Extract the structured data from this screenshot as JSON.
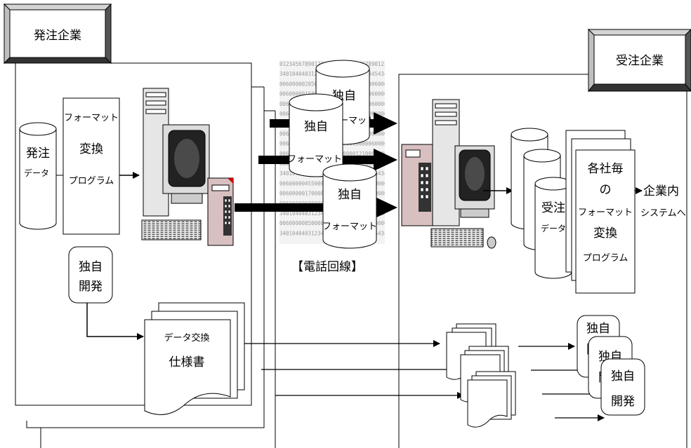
{
  "orderer": {
    "title": "発注企業",
    "order_data": [
      "発注",
      "データ"
    ],
    "converter": [
      "フォーマット",
      "変換",
      "プログラム"
    ],
    "own_dev": [
      "独自",
      "開発"
    ],
    "spec_doc": [
      "データ交換",
      "仕様書"
    ]
  },
  "network": {
    "cylinders": [
      {
        "top": "独自",
        "bottom": "フォーマット"
      },
      {
        "top": "独自",
        "bottom": "フォーマット"
      },
      {
        "top": "独自",
        "bottom": "フォーマット"
      }
    ],
    "line_label": "【電話回線】"
  },
  "receiver": {
    "title": "受注企業",
    "received_data": [
      "受注",
      "データ"
    ],
    "converter": [
      "各社毎",
      "の",
      "フォーマット",
      "変換",
      "プログラム"
    ],
    "to_system": [
      "企業内",
      "システムへ"
    ],
    "own_dev": [
      {
        "line1": "独自",
        "line2": "開発"
      },
      {
        "line1": "独自",
        "line2": "開発"
      },
      {
        "line1": "独自",
        "line2": "開発"
      }
    ]
  },
  "binary_text": [
    "01234567890123456789012345678901234567890",
    "34010404031234543401040403123454340104040",
    "00600000285000000010540000360060000028500",
    "00600000158000000010000011600600000158000",
    "00600000183000000013700001400600000183000",
    "00600000128000000012050004200600000128000",
    "34010404031234543401040403123454340104040",
    "00600000123000000013000000700600000123000",
    "00600000145000000012000000800600000145000",
    "00600000157000000016000012100600000157000",
    "00600000142000000015000000700600000142000",
    "34010404031234543401040403123454340104040",
    "00600000455000000018000018800600000455000",
    "00600000170000000019000000200600000170000",
    "00600000680000000017000011500600000680000",
    "34010404031234543401040403123454340104040",
    "00600000850000000016000015500600000850000",
    "34010404031234543401040403123454340104040"
  ]
}
